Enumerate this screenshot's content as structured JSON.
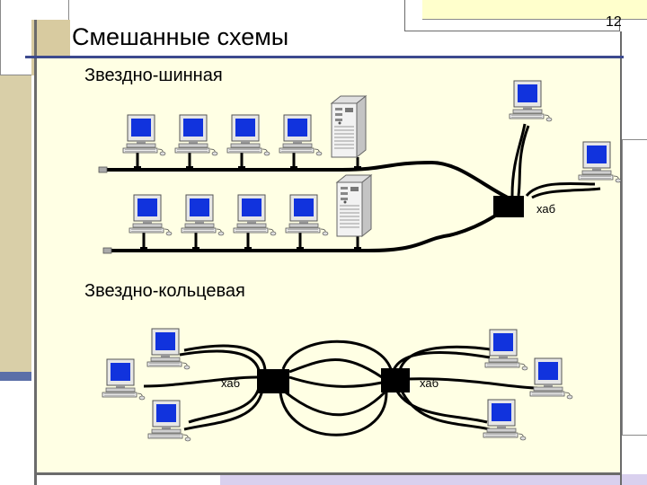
{
  "slide": {
    "title": "Смешанные схемы",
    "page_number": "12"
  },
  "sections": {
    "star_bus": {
      "title": "Звездно-шинная",
      "hub_label": "хаб"
    },
    "star_ring": {
      "title": "Звездно-кольцевая",
      "hub_left_label": "хаб",
      "hub_right_label": "хаб"
    }
  },
  "icons": {
    "computer": "computer-icon",
    "server": "server-icon",
    "hub": "hub-icon",
    "terminator": "terminator-icon"
  },
  "colors": {
    "background": "#ffffe4",
    "frame": "#6b6b6b",
    "accent_bar": "#c9b98f",
    "blue_stripe": "#5b6fa8",
    "screen": "#1133dd",
    "cable": "#000000"
  }
}
